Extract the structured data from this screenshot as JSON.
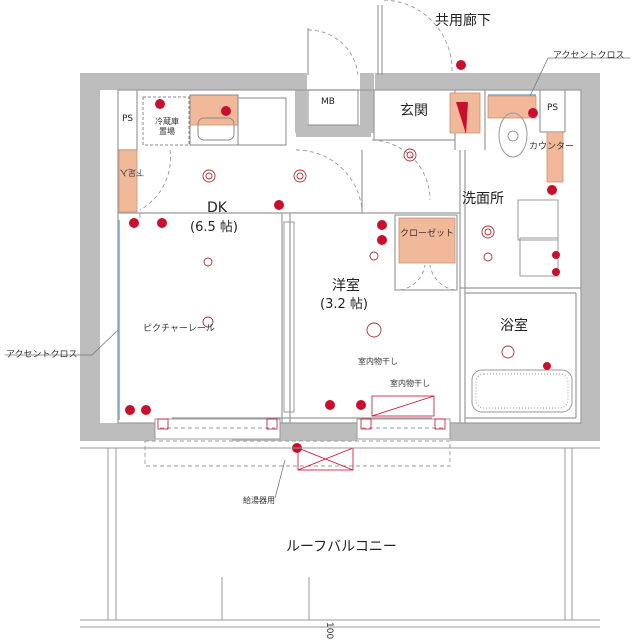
{
  "plan": {
    "corridor_label": "共用廊下",
    "entrance_label": "玄関",
    "mb_label": "MB",
    "ps_left_label": "PS",
    "ps_right_label": "PS",
    "fridge_label_line1": "冷蔵庫",
    "fridge_label_line2": "置場",
    "shoe_storage_label": "下足入",
    "closet_label": "クローゼット",
    "kitchen_label": "DK",
    "kitchen_size": "(6.5 帖)",
    "bedroom_label": "洋室",
    "bedroom_size": "(3.2 帖)",
    "washroom_label": "洗面所",
    "bathroom_label": "浴室",
    "counter_label": "カウンター",
    "picture_rail_label": "ピクチャーレール",
    "accent_cloth_top": "アクセントクロス",
    "accent_cloth_left": "アクセントクロス",
    "indoor_drying_1": "室内物干し",
    "indoor_drying_2": "室内物干し",
    "water_heater_label": "給湯器用",
    "balcony_label": "ルーフバルコニー",
    "dimension_label": "100"
  },
  "colors": {
    "wall": "#bdbdbd",
    "storage_fill": "#f2b89a",
    "outlet_red": "#c8102e",
    "line": "#8a8a8a"
  }
}
